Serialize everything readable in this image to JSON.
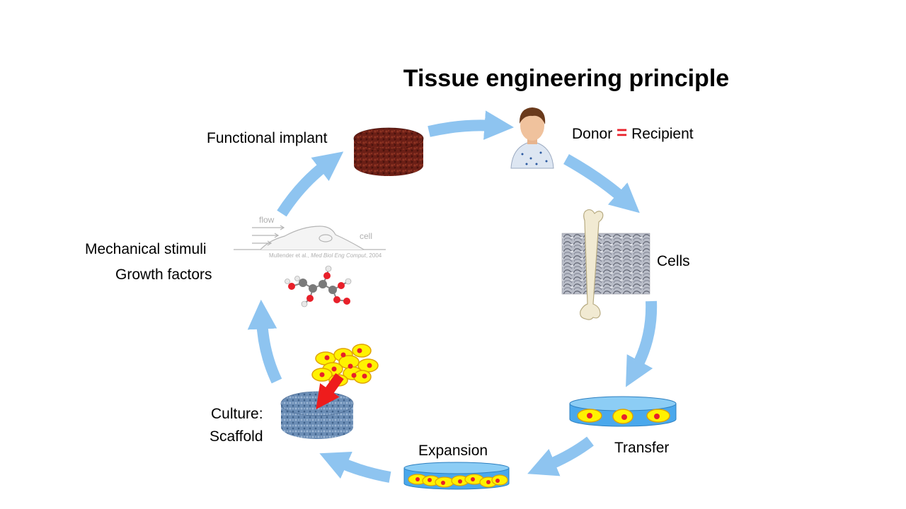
{
  "title": "Tissue engineering principle",
  "labels": {
    "donor": "Donor",
    "equals": "=",
    "recipient": "Recipient",
    "cells": "Cells",
    "transfer": "Transfer",
    "expansion": "Expansion",
    "culture": "Culture:",
    "scaffold": "Scaffold",
    "mechanical_stimuli": "Mechanical stimuli",
    "growth_factors": "Growth factors",
    "functional_implant": "Functional implant"
  },
  "flow_figure": {
    "flow_label": "flow",
    "cell_label": "cell",
    "citation_prefix": "Mullender et al., ",
    "citation_journal": "Med Biol Eng Comput",
    "citation_year": ", 2004"
  },
  "colors": {
    "cycle_arrow": "#8ec4f0",
    "equals_sign": "#e8202a",
    "dish_blue": "#4aa8ec",
    "cell_yellow": "#fff200",
    "nucleus_red": "#e8202a",
    "implant_brown": "#6b1f16",
    "scaffold_blue": "#5b7fa8",
    "seed_arrow_red": "#ee1c1c"
  },
  "icons": [
    "patient-icon",
    "bone-icon",
    "cell-micrograph-icon",
    "petri-dish-icon",
    "scaffold-icon",
    "implant-icon",
    "molecule-icon",
    "flow-cell-icon"
  ]
}
